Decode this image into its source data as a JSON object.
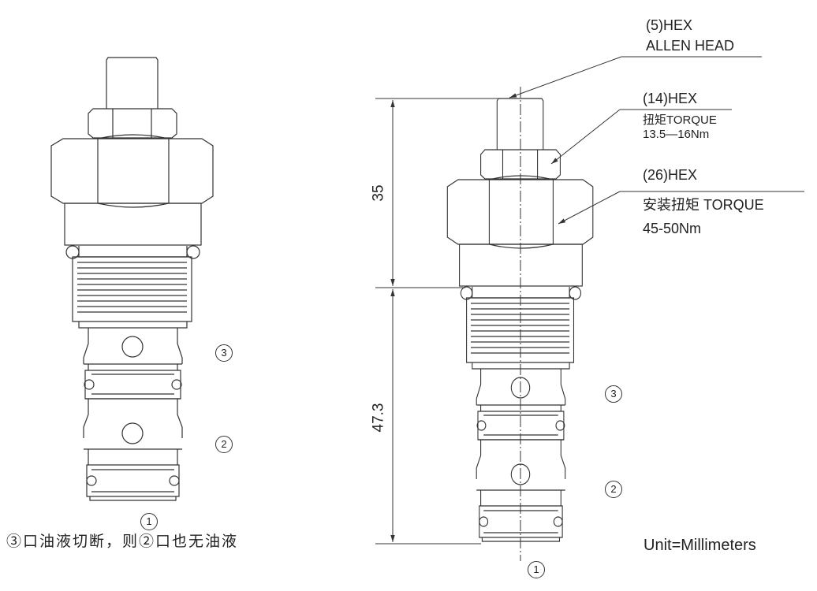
{
  "labels": {
    "allen_head_title": "(5)HEX",
    "allen_head_sub": "ALLEN HEAD",
    "hex14_title": "(14)HEX",
    "hex14_torque": "扭矩TORQUE",
    "hex14_value": "13.5—16Nm",
    "hex26_title": "(26)HEX",
    "hex26_torque": "安装扭矩 TORQUE",
    "hex26_value": "45-50Nm",
    "unit": "Unit=Millimeters",
    "note": "③口油液切断，则②口也无油液"
  },
  "dimensions": {
    "upper": "35",
    "lower": "47.3"
  },
  "ports": {
    "p1": "1",
    "p2": "2",
    "p3": "3"
  },
  "colors": {
    "line": "#333333"
  }
}
